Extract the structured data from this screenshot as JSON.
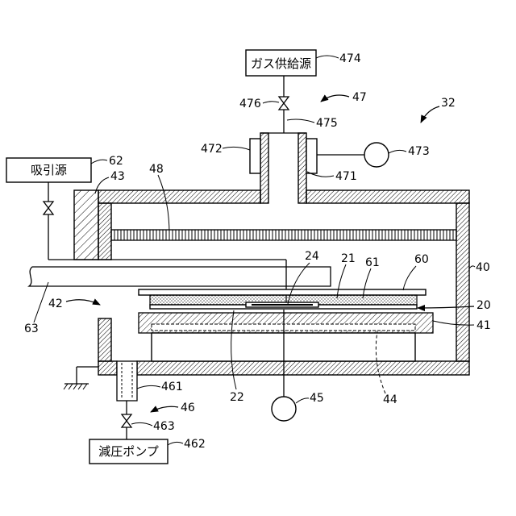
{
  "figure": {
    "gas_supply_label": "ガス供給源",
    "suction_source_label": "吸引源",
    "vacuum_pump_label": "減圧ポンプ"
  },
  "reference_numerals": {
    "n474": "474",
    "n47": "47",
    "n476": "476",
    "n475": "475",
    "n32": "32",
    "n472": "472",
    "n473": "473",
    "n471": "471",
    "n62": "62",
    "n43": "43",
    "n48": "48",
    "n24": "24",
    "n21": "21",
    "n61": "61",
    "n60": "60",
    "n40": "40",
    "n42": "42",
    "n63": "63",
    "n20": "20",
    "n41": "41",
    "n22": "22",
    "n44": "44",
    "n45": "45",
    "n461": "461",
    "n46": "46",
    "n463": "463",
    "n462": "462"
  }
}
